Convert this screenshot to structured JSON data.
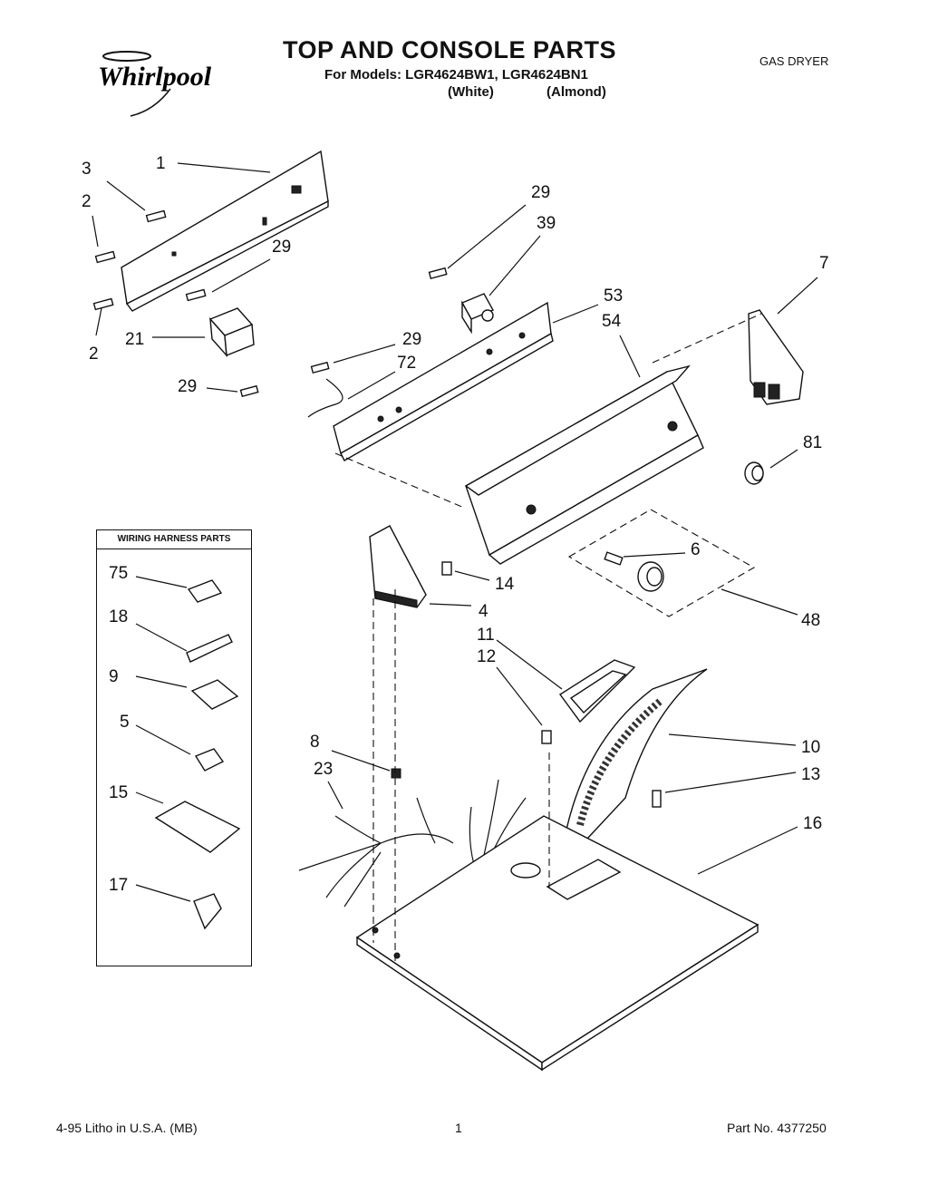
{
  "header": {
    "brand": "Whirlpool",
    "title": "TOP AND CONSOLE PARTS",
    "models_line": "For Models: LGR4624BW1, LGR4624BN1",
    "variant_white": "(White)",
    "variant_almond": "(Almond)",
    "product_type": "GAS DRYER"
  },
  "wiring_box": {
    "heading": "WIRING HARNESS PARTS"
  },
  "callouts": {
    "c1": "1",
    "c2a": "2",
    "c2b": "2",
    "c3": "3",
    "c29a": "29",
    "c29b": "29",
    "c29c": "29",
    "c29d": "29",
    "c21": "21",
    "c39": "39",
    "c53": "53",
    "c54": "54",
    "c7": "7",
    "c72": "72",
    "c81": "81",
    "c6": "6",
    "c14": "14",
    "c4": "4",
    "c48": "48",
    "c11": "11",
    "c12": "12",
    "c10": "10",
    "c13": "13",
    "c8": "8",
    "c23": "23",
    "c16": "16",
    "c75": "75",
    "c18": "18",
    "c9": "9",
    "c5": "5",
    "c15": "15",
    "c17": "17"
  },
  "footer": {
    "print_info": "4-95  Litho in U.S.A. (MB)",
    "page_number": "1",
    "part_number": "Part No. 4377250"
  }
}
